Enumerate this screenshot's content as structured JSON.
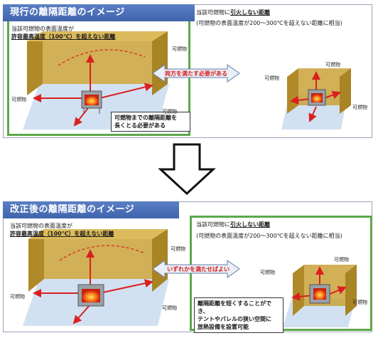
{
  "section_current": {
    "title": "現行の離隔距離のイメージ",
    "left_text_line1": "当該可燃物の表面温度が",
    "left_text_line2": "許容最高温度（100℃）を超えない距離",
    "right_text_line1_pre": "当該可燃物に",
    "right_text_line1_em": "引火しない距離",
    "right_text_line2": "(可燃物の表面温度が200～300℃を超えない距離に相当)",
    "arrow_label": "両方を満たす必要がある",
    "callout_line1": "可燃物までの離隔距離を",
    "callout_line2": "長くとる必要がある",
    "label_combustible": "可燃物"
  },
  "section_revised": {
    "title": "改正後の離隔距離のイメージ",
    "left_text_line1": "当該可燃物の表面温度が",
    "left_text_line2": "許容最高温度（100℃）を超えない距離",
    "right_text_line1_pre": "当該可燃物に",
    "right_text_line1_em": "引火しない距離",
    "right_text_line2": "(可燃物の表面温度が200～300℃を超えない距離に相当)",
    "arrow_label": "いずれかを満たせばよい",
    "callout_line1": "離隔距離を短くすることができ、",
    "callout_line2": "テントやパレルの狭い空間に",
    "callout_line3": "放熱設備を設置可能",
    "label_combustible": "可燃物"
  },
  "colors": {
    "title_bar": "#4a6fb8",
    "panel_border": "#5ea84a",
    "wall": "#c9a23a",
    "wall_dark": "#a88424",
    "arrow_red": "#d9201e",
    "floor": "#c7d9ef",
    "big_arrow_fill": "#e9eef7"
  }
}
